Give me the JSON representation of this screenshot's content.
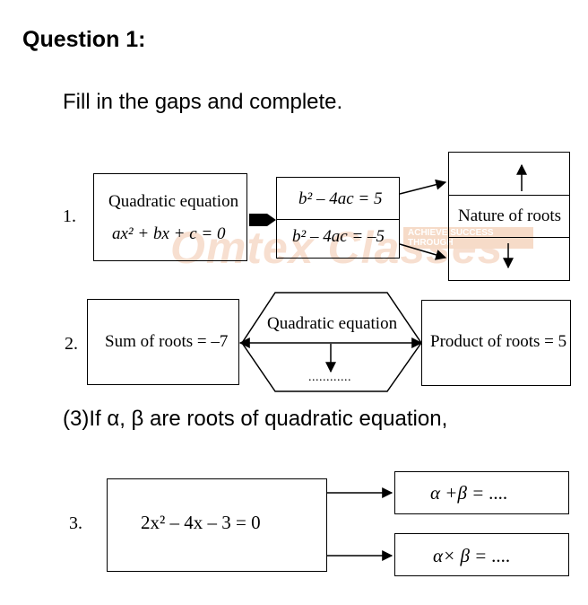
{
  "heading": "Question 1:",
  "instruction": "Fill in the gaps and complete.",
  "q1": {
    "number": "1.",
    "box_line1": "Quadratic equation",
    "box_line2": "ax² + bx + c = 0",
    "disc_top": "b² – 4ac = 5",
    "disc_bottom": "b² – 4ac = –5",
    "nature": "Nature of roots"
  },
  "q2": {
    "number": "2.",
    "sum": "Sum of roots = –7",
    "center": "Quadratic equation",
    "dots": "............",
    "product": "Product of roots = 5"
  },
  "condition": "(3)If α, β are roots of quadratic equation,",
  "q3": {
    "number": "3.",
    "equation": "2x² – 4x – 3 = 0",
    "sum_blank": "α +β = ....",
    "product_blank": "α× β = ...."
  },
  "watermark": {
    "text": "Omtex Classes",
    "tag": "ACHIEVE SUCCESS THROUGH"
  }
}
